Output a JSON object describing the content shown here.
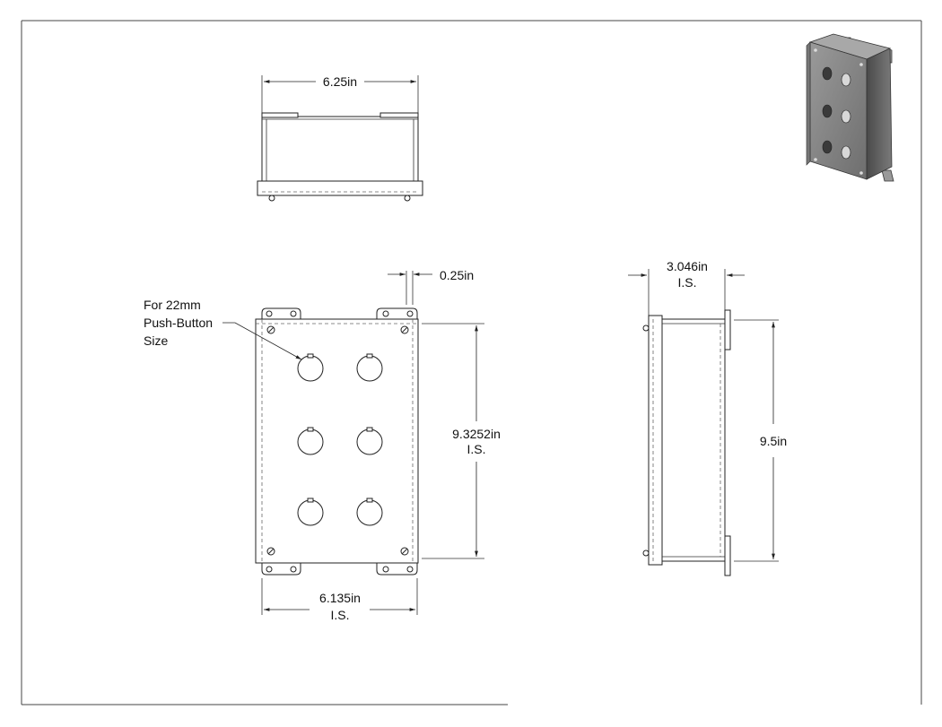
{
  "drawing": {
    "dimensions": {
      "top_width": "6.25in",
      "flange_thickness": "0.25in",
      "inner_height": "9.3252in",
      "inner_height_note": "I.S.",
      "inner_width": "6.135in",
      "inner_width_note": "I.S.",
      "depth": "3.046in",
      "depth_note": "I.S.",
      "overall_height": "9.5in"
    },
    "note": {
      "line1": "For 22mm",
      "line2": "Push-Button",
      "line3": "Size"
    },
    "colors": {
      "line": "#222222",
      "iso_body": "#6b6b6b",
      "iso_face": "#8a8a8a"
    }
  }
}
